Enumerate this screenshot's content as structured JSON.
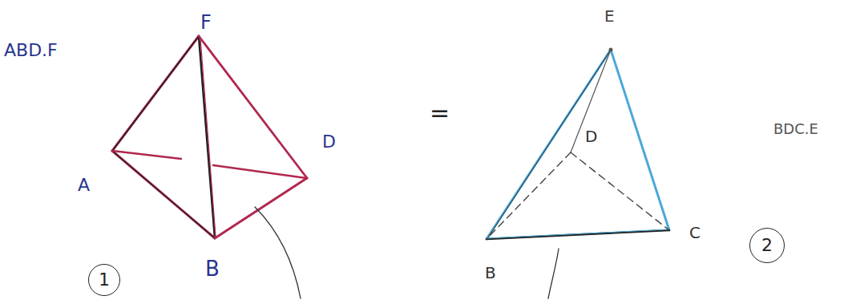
{
  "diagram": {
    "nodes": [
      {
        "text": [
          "1"
        ]
      },
      {
        "text": [
          "2"
        ]
      }
    ],
    "labels": [
      "ABD.F",
      "F",
      "A",
      "D",
      "B",
      "=",
      "E",
      "D",
      "C",
      "B",
      "BDC.E"
    ]
  }
}
